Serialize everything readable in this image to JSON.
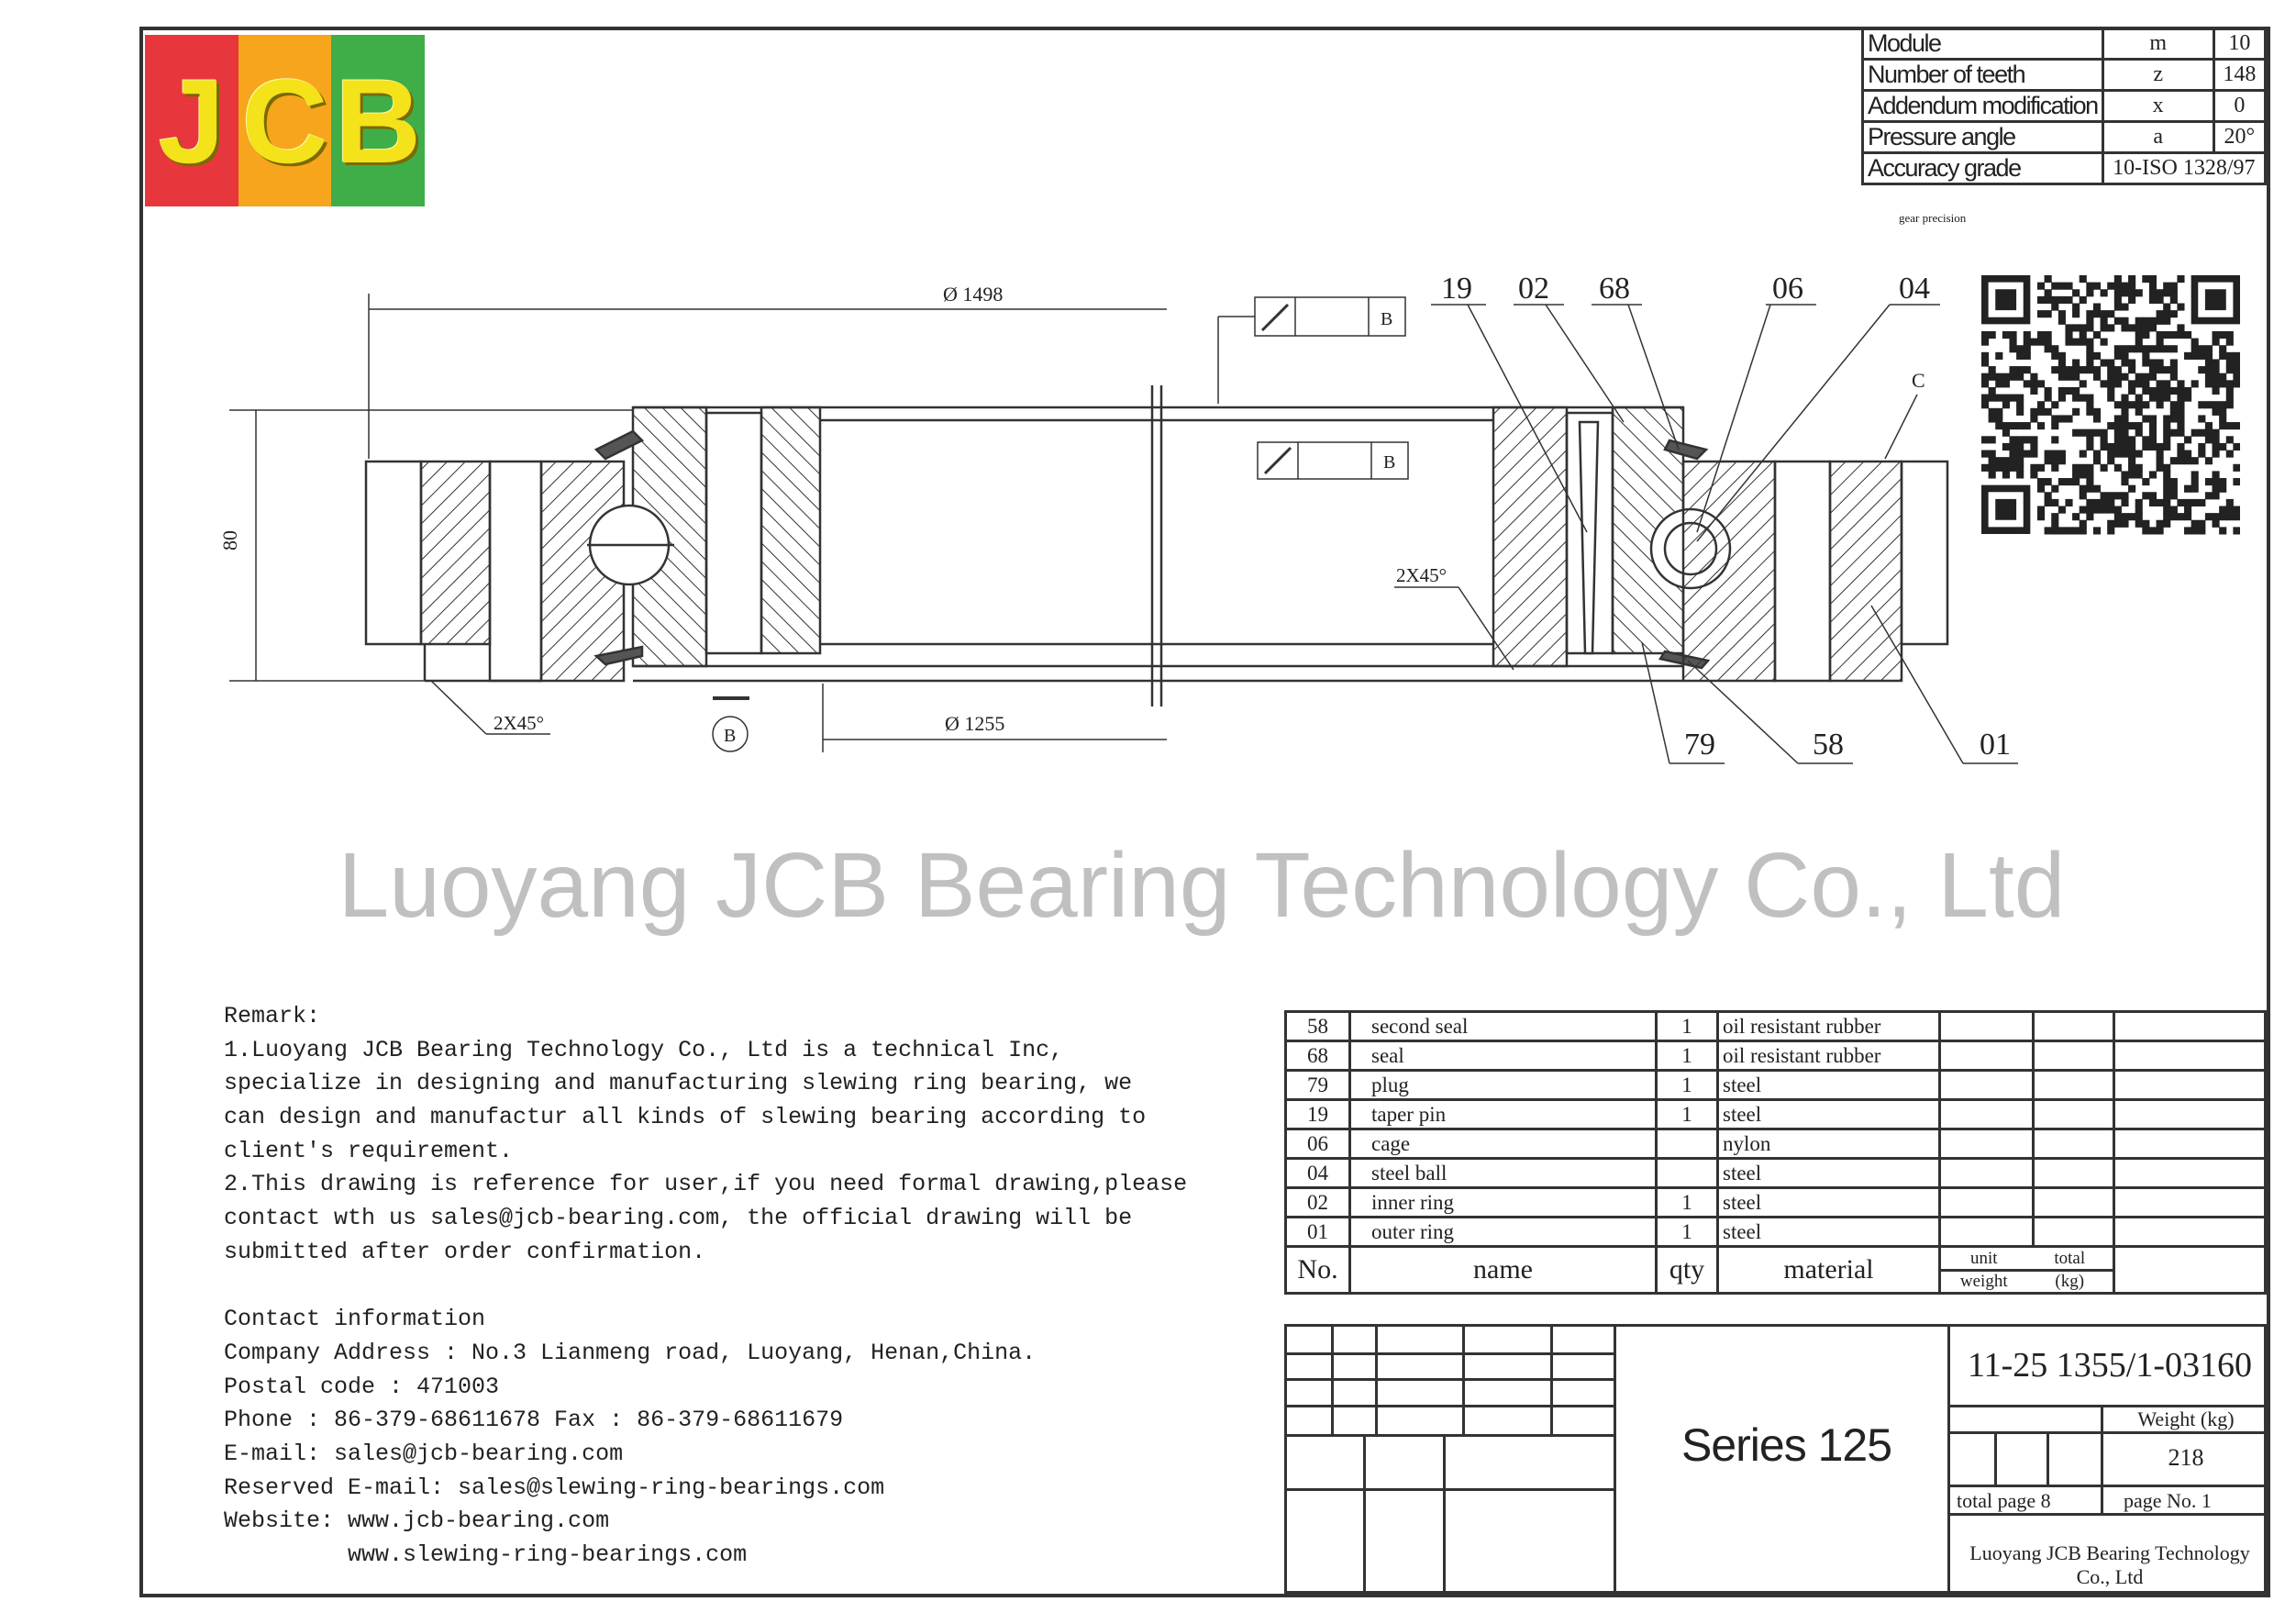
{
  "logo": {
    "letters": [
      "J",
      "C",
      "B"
    ],
    "colors": [
      "#e8373c",
      "#f7a51c",
      "#3fae49"
    ]
  },
  "gear_table": [
    {
      "label": "Module",
      "symbol": "m",
      "value": "10"
    },
    {
      "label": "Number of teeth",
      "symbol": "z",
      "value": "148"
    },
    {
      "label": "Addendum modification",
      "symbol": "x",
      "value": "0"
    },
    {
      "label": "Pressure angle",
      "symbol": "a",
      "value": "20°"
    },
    {
      "label": "Accuracy grade",
      "value": "10-ISO 1328/97"
    }
  ],
  "gear_note": "gear precision",
  "drawing": {
    "dim_outer": "Ø 1498",
    "dim_inner": "Ø 1255",
    "dim_height": "80",
    "chamfer_left": "2X45°",
    "chamfer_right": "2X45°",
    "datum": "B",
    "tol_datum_1": "B",
    "tol_datum_2": "B",
    "callouts_top": [
      "19",
      "02",
      "68",
      "06",
      "04"
    ],
    "callouts_bottom": [
      "79",
      "58",
      "01"
    ],
    "callout_c": "C"
  },
  "remark": [
    "Remark:",
    "1.Luoyang JCB Bearing Technology Co., Ltd is a technical Inc,",
    "specialize in designing and manufacturing slewing ring bearing, we",
    "can design and manufactur all kinds of slewing bearing according to",
    "client's requirement.",
    "2.This drawing is reference for user,if you need formal drawing,please",
    "contact wth us sales@jcb-bearing.com, the official drawing will be",
    "submitted after order confirmation.",
    "",
    "Contact information",
    "Company Address : No.3 Lianmeng road, Luoyang, Henan,China.",
    "Postal code : 471003",
    "Phone : 86-379-68611678 Fax : 86-379-68611679",
    "E-mail: sales@jcb-bearing.com",
    "Reserved E-mail: sales@slewing-ring-bearings.com",
    "Website: www.jcb-bearing.com",
    "         www.slewing-ring-bearings.com"
  ],
  "parts": [
    {
      "no": "58",
      "name": "second seal",
      "qty": "1",
      "material": "oil resistant rubber"
    },
    {
      "no": "68",
      "name": "seal",
      "qty": "1",
      "material": "oil resistant rubber"
    },
    {
      "no": "79",
      "name": "plug",
      "qty": "1",
      "material": "steel"
    },
    {
      "no": "19",
      "name": "taper pin",
      "qty": "1",
      "material": "steel"
    },
    {
      "no": "06",
      "name": "cage",
      "qty": "",
      "material": "nylon"
    },
    {
      "no": "04",
      "name": "steel ball",
      "qty": "",
      "material": "steel"
    },
    {
      "no": "02",
      "name": "inner ring",
      "qty": "1",
      "material": "steel"
    },
    {
      "no": "01",
      "name": "outer ring",
      "qty": "1",
      "material": "steel"
    }
  ],
  "parts_header": {
    "no": "No.",
    "name": "name",
    "qty": "qty",
    "material": "material",
    "unit": "unit",
    "total": "total",
    "weight": "weight",
    "kg": "(kg)"
  },
  "title_block": {
    "series": "Series 125",
    "part_number": "11-25 1355/1-03160",
    "weight_label": "Weight (kg)",
    "weight_value": "218",
    "total_page": "total page 8",
    "page_no": "page No.  1",
    "company": "Luoyang JCB Bearing Technology Co., Ltd"
  },
  "watermark": "Luoyang JCB Bearing Technology Co., Ltd"
}
